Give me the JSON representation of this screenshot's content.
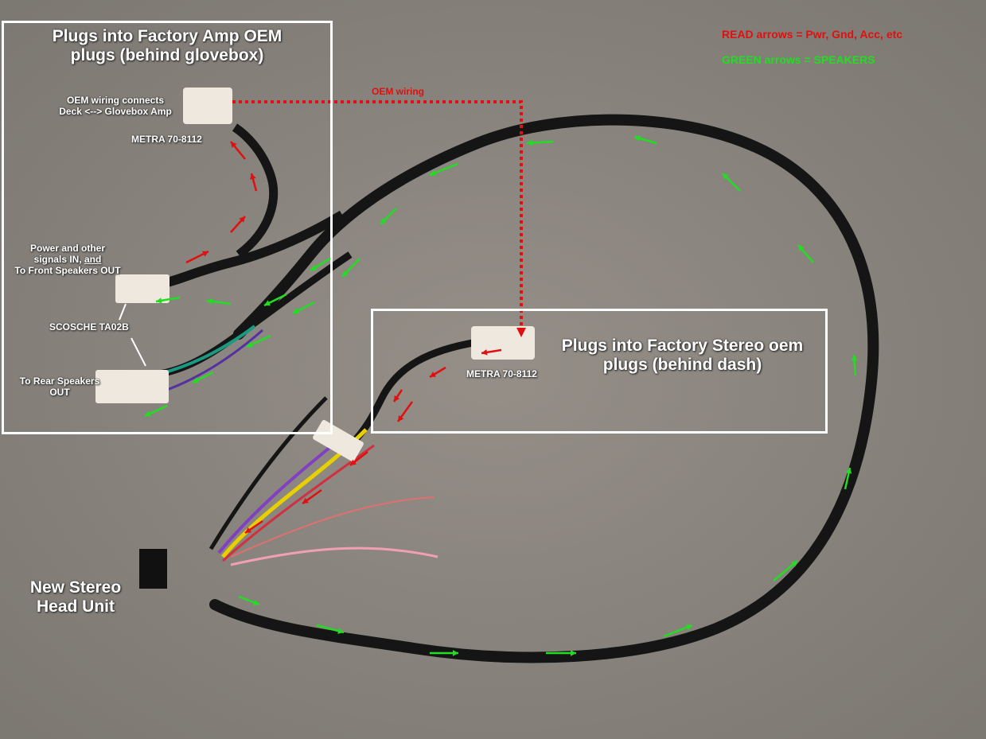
{
  "legend": {
    "red": "READ arrows = Pwr, Gnd, Acc, etc",
    "green": "GREEN arrows = SPEAKERS"
  },
  "glovebox_box": {
    "title_line1": "Plugs into Factory Amp OEM",
    "title_line2": "plugs (behind glovebox)",
    "oem_line1": "OEM wiring connects",
    "oem_line2": "Deck <--> Glovebox Amp",
    "metra": "METRA 70-8112",
    "power_line1": "Power and other",
    "power_line2a": "signals IN, ",
    "power_line2b": "and",
    "power_line3": "To Front Speakers OUT",
    "scosche": "SCOSCHE TA02B",
    "rear_line1": "To Rear Speakers",
    "rear_line2": "OUT"
  },
  "dash_box": {
    "title_line1": "Plugs into Factory Stereo oem",
    "title_line2": "plugs (behind dash)",
    "metra": "METRA 70-8112"
  },
  "oem_wiring_label": "OEM wiring",
  "head_unit": {
    "line1": "New Stereo",
    "line2": "Head Unit"
  },
  "colors": {
    "red_arrow": "#e01010",
    "green_arrow": "#22dd22",
    "background": "#8a8782",
    "harness": "#111111"
  }
}
